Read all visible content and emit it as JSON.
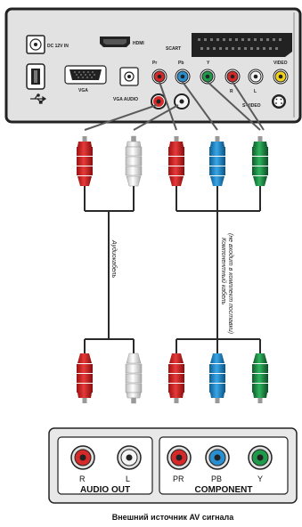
{
  "device": {
    "dc_label": "DC 12V IN",
    "hdmi_label": "HDMI",
    "scart_label": "SCART",
    "vga_label": "VGA",
    "vga_audio_label": "VGA AUDIO",
    "svideo_label": "S-VIDEO",
    "video_label": "VIDEO",
    "jack_labels": {
      "pr": "Pr",
      "pb": "Pb",
      "y": "Y",
      "r": "R",
      "l": "L"
    }
  },
  "cables": {
    "audio_label": "Аудиокабель",
    "component_label_line1": "Компонентный кабель",
    "component_label_line2": "(не входит в комплект поставки)"
  },
  "source": {
    "audio_out_label": "AUDIO OUT",
    "component_label": "COMPONENT",
    "r_label": "R",
    "l_label": "L",
    "pr_label": "PR",
    "pb_label": "PB",
    "y_label": "Y"
  },
  "caption": "Внешний источник AV сигнала",
  "colors": {
    "red": "#d62a2a",
    "white": "#f4f4f4",
    "blue": "#2a8fd0",
    "green": "#1f9a4a",
    "yellow": "#f2d21a",
    "panel_dark": "#222222",
    "cable": "#5a5a5a"
  }
}
